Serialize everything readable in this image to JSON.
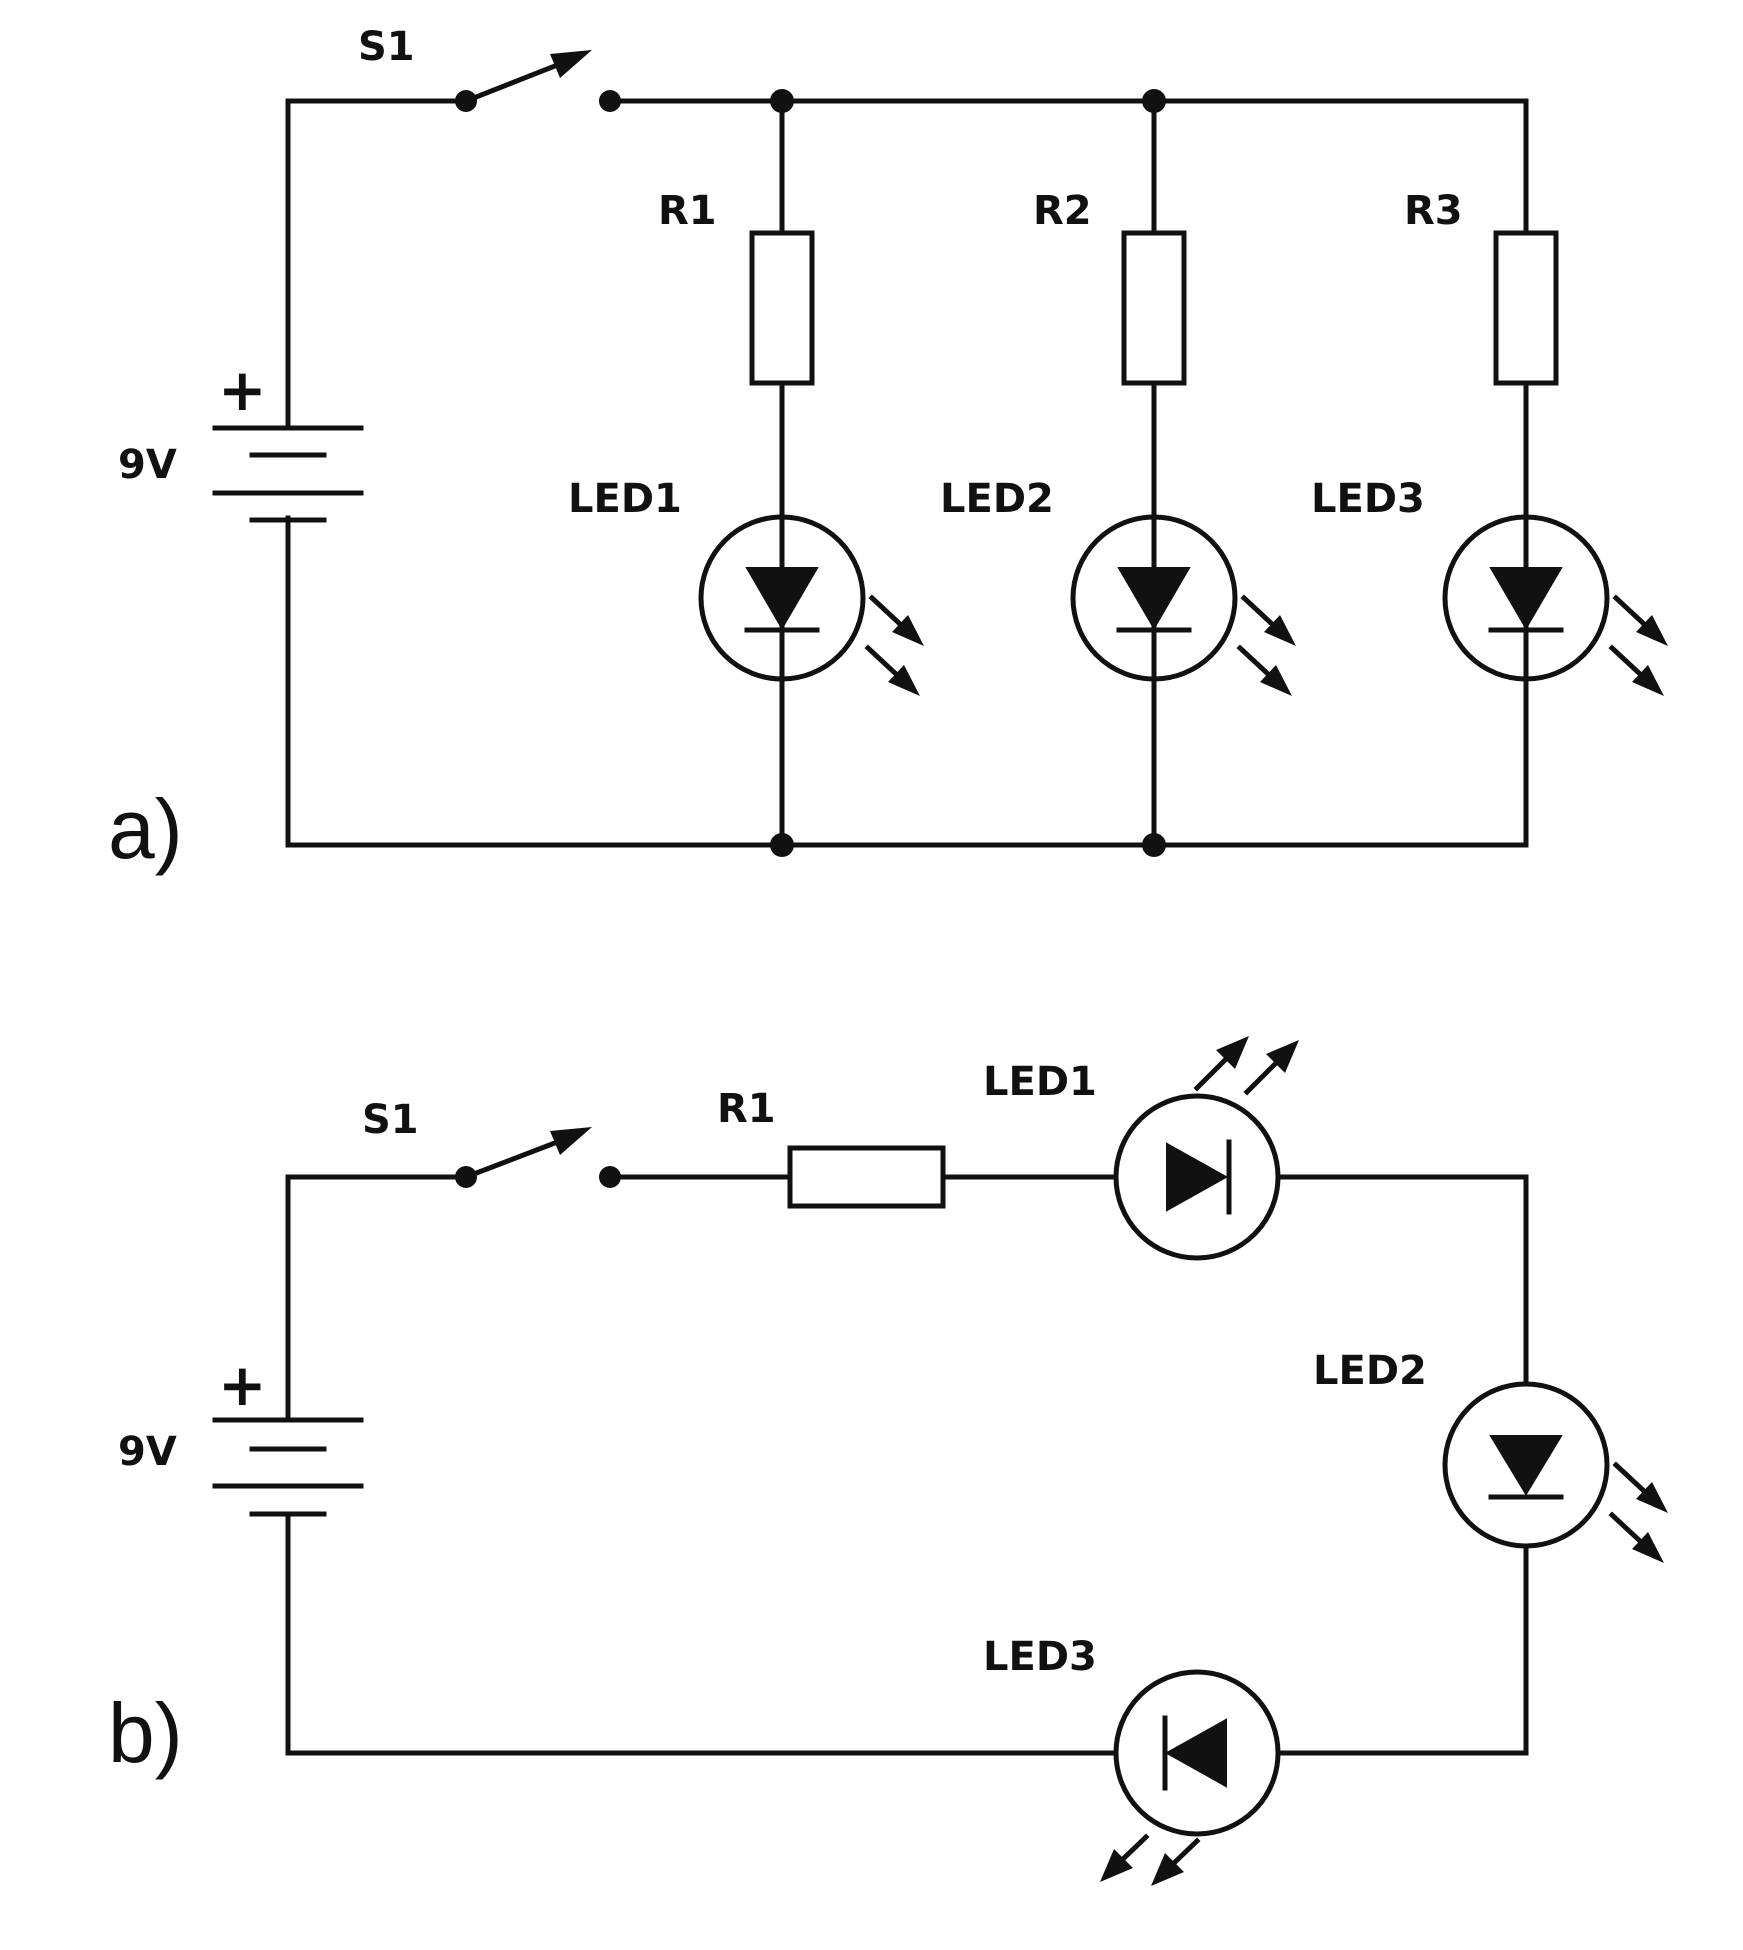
{
  "labels": {
    "panel_a": "a)",
    "panel_b": "b)",
    "battery": "9V",
    "plus": "+",
    "switch": "S1",
    "r1": "R1",
    "r2": "R2",
    "r3": "R3",
    "led1": "LED1",
    "led2": "LED2",
    "led3": "LED3"
  },
  "circuits": [
    {
      "panel": "a)",
      "components": [
        "9V",
        "S1",
        "R1",
        "R2",
        "R3",
        "LED1",
        "LED2",
        "LED3"
      ]
    },
    {
      "panel": "b)",
      "components": [
        "9V",
        "S1",
        "R1",
        "LED1",
        "LED2",
        "LED3"
      ]
    }
  ]
}
